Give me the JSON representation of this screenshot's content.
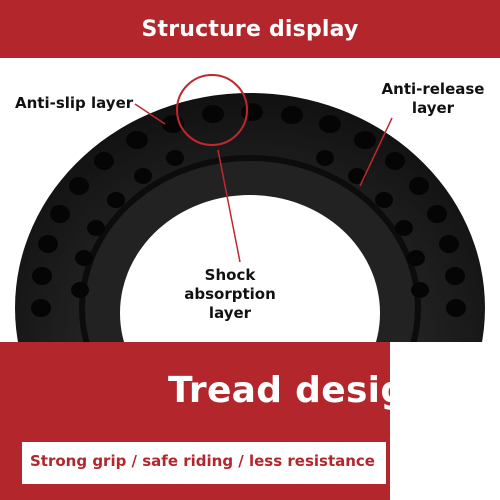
{
  "header": {
    "title": "Structure display"
  },
  "labels": {
    "anti_slip": "Anti-slip layer",
    "anti_release_line1": "Anti-release",
    "anti_release_line2": "layer",
    "shock_line1": "Shock",
    "shock_line2": "absorption layer"
  },
  "tread": {
    "title": "Tread design",
    "subtitle": "Strong grip / safe riding / less resistance"
  },
  "colors": {
    "brand_red": "#b3272c",
    "tire_black": "#1a1a1a"
  }
}
